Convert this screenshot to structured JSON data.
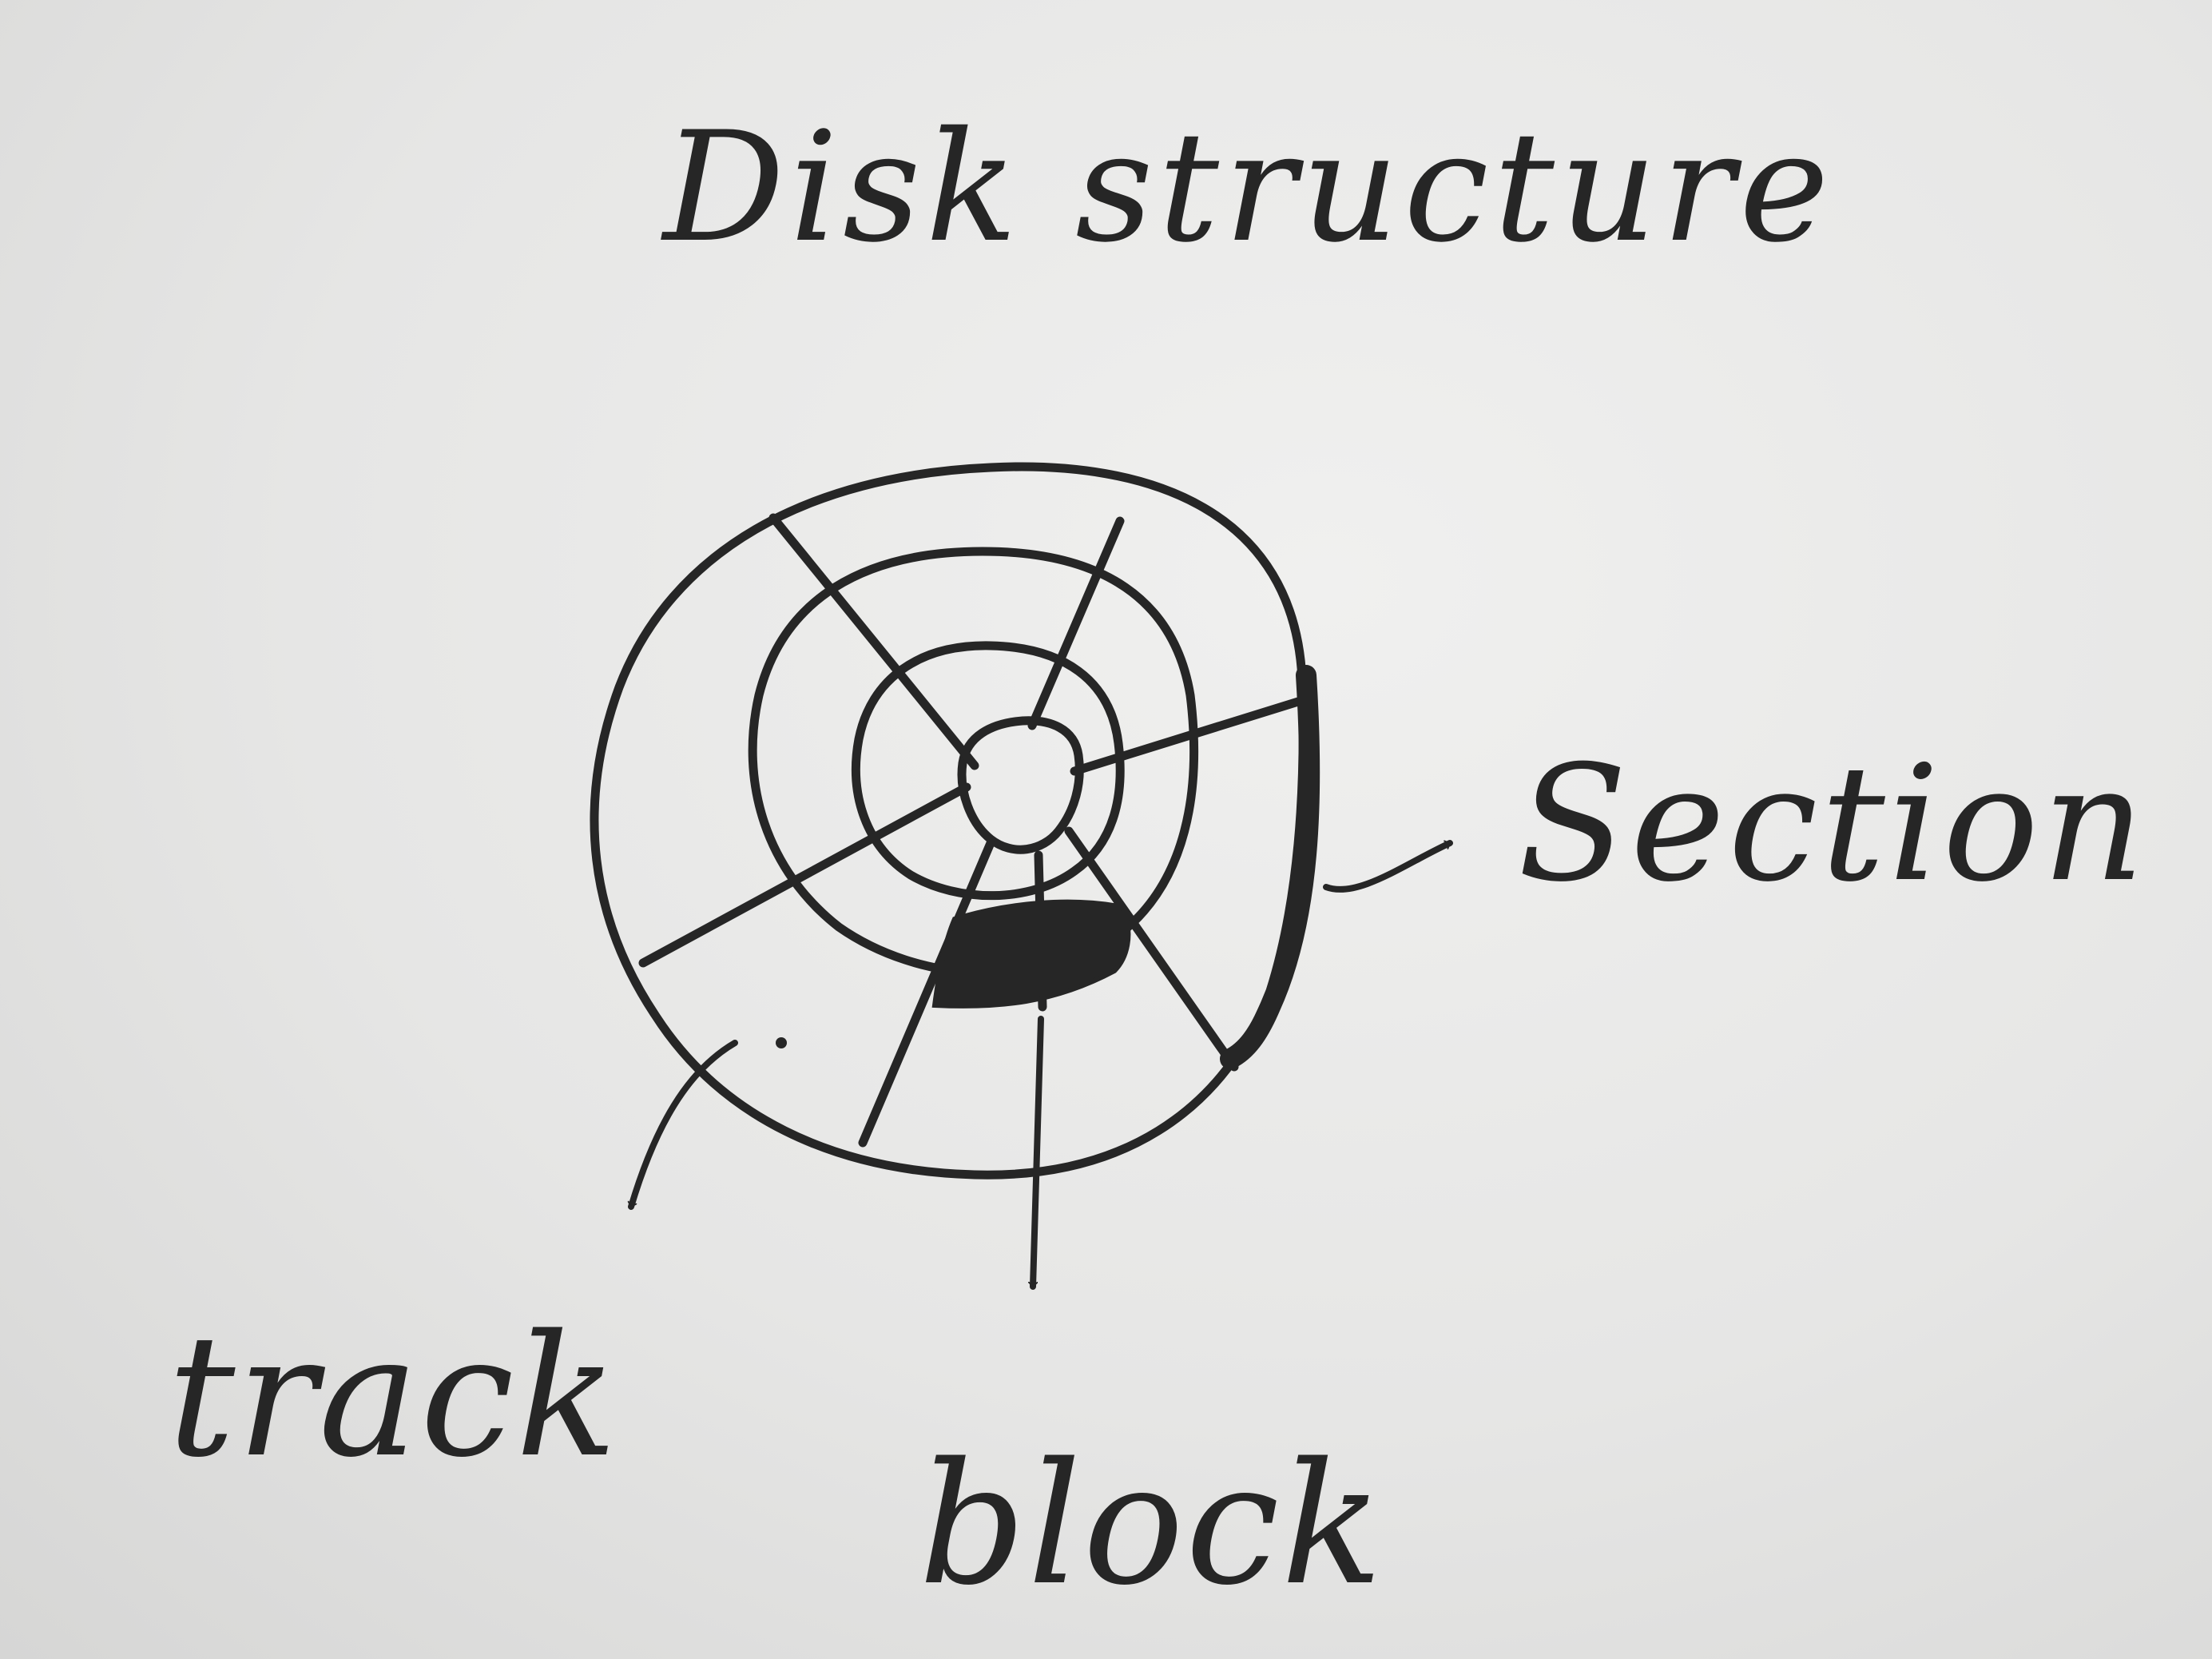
{
  "diagram": {
    "title": "Disk structure",
    "labels": {
      "sector": "Section",
      "track": "track",
      "block": "block"
    },
    "colors": {
      "paper": "#e8e8e7",
      "ink": "#262626"
    }
  }
}
